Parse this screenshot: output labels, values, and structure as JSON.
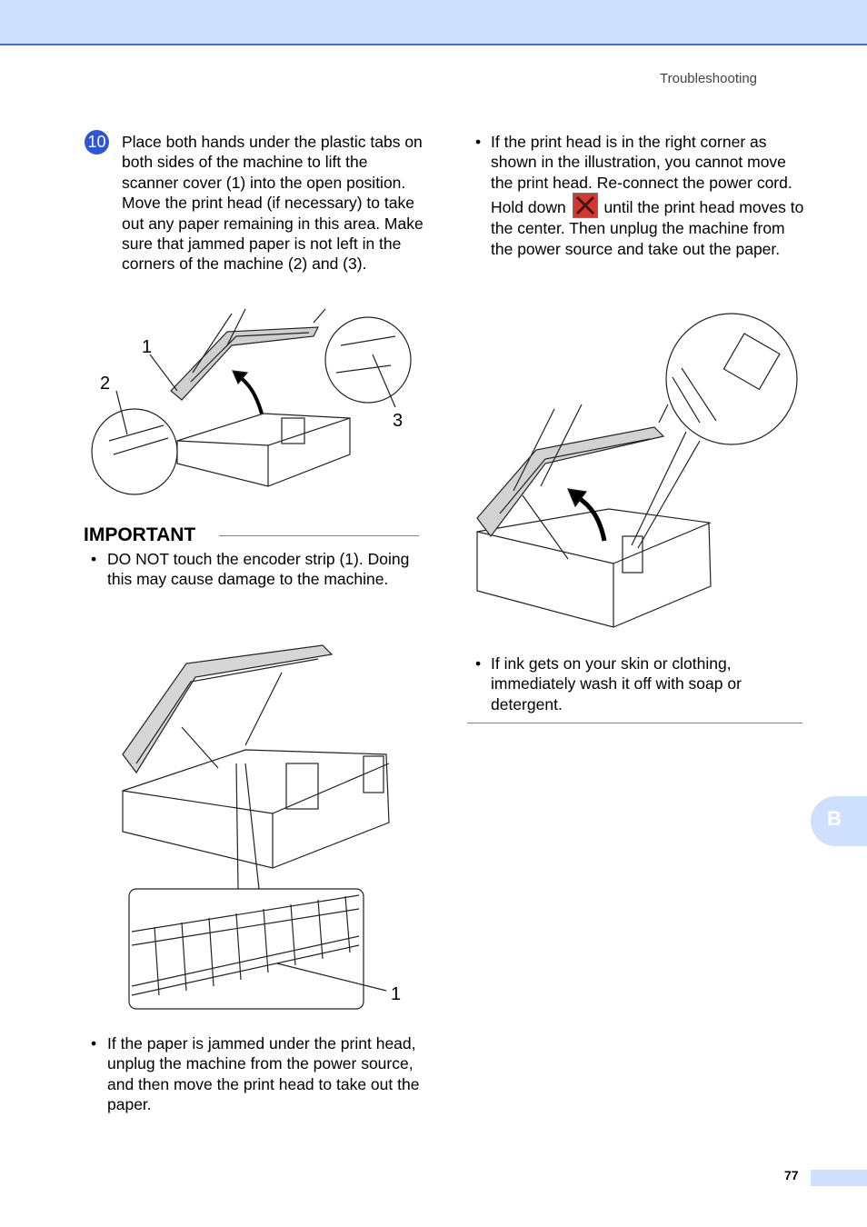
{
  "header": {
    "section": "Troubleshooting"
  },
  "step": {
    "number": "10",
    "text": "Place both hands under the plastic tabs on both sides of the machine to lift the scanner cover (1) into the open position. Move the print head (if necessary) to take out any paper remaining in this area. Make sure that jammed paper is not left in the corners of the machine (2) and (3)."
  },
  "figure1": {
    "callouts": [
      "1",
      "2",
      "3"
    ]
  },
  "important": {
    "title": "IMPORTANT",
    "bullet1": "DO NOT touch the encoder strip (1). Doing this may cause damage to the machine."
  },
  "figure2": {
    "callout": "1"
  },
  "left_bullet_bottom": "If the paper is jammed under the print head, unplug the machine from the power source, and then move the print head to take out the paper.",
  "right": {
    "bullet1_part1": "If the print head is in the right corner as shown in the illustration, you cannot move the print head. Re-connect the power cord. Hold down",
    "bullet1_part2": "until the print head moves to the center. Then unplug the machine from the power source and take out the paper.",
    "bullet2": "If ink gets on your skin or clothing, immediately wash it off with soap or detergent."
  },
  "side_tab": "B",
  "page_number": "77",
  "colors": {
    "accent": "#3f6fd8",
    "tab": "#cfe0ff",
    "stop_icon": "#d8352f"
  },
  "icons": {
    "stop": "stop-x-icon"
  }
}
